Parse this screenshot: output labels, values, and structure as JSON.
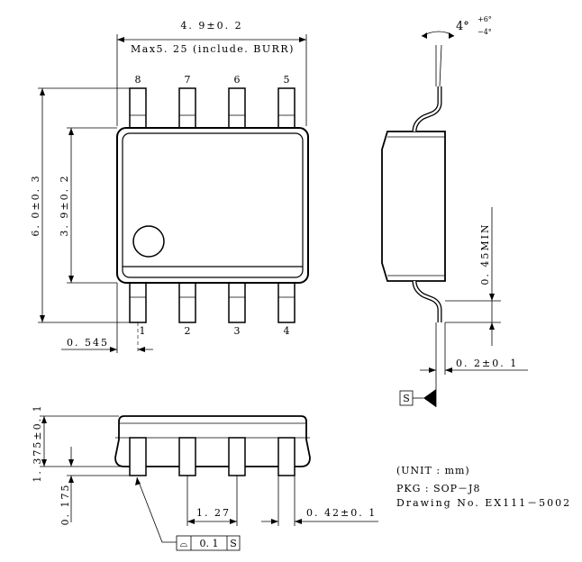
{
  "top_view": {
    "width_dim": "4. 9±0. 2",
    "max_note": "Max5. 25 (include. BURR)",
    "height_dim": "6. 0±0. 3",
    "body_height_dim": "3. 9±0. 2",
    "pin1_offset_dim": "0. 545",
    "pins_top": [
      "8",
      "7",
      "6",
      "5"
    ],
    "pins_bottom": [
      "1",
      "2",
      "3",
      "4"
    ]
  },
  "side_view": {
    "angle_main": "4°",
    "angle_plus": "+6°",
    "angle_minus": "−4°",
    "lead_min_dim": "0. 45MIN",
    "thickness_dim": "0. 2±0. 1",
    "datum_label": "S"
  },
  "front_view": {
    "height_dim": "1. 375±0. 1",
    "standoff_dim": "0. 175",
    "pitch_dim": "1. 27",
    "lead_width_dim": "0. 42±0. 1",
    "flatness_symbol": "⌓",
    "flatness_value": "0. 1",
    "flatness_datum": "S"
  },
  "notes": {
    "unit": "(UNIT : mm)",
    "pkg": "PKG : SOP－J8",
    "drawing_no": "Drawing No. EX111－5002"
  }
}
